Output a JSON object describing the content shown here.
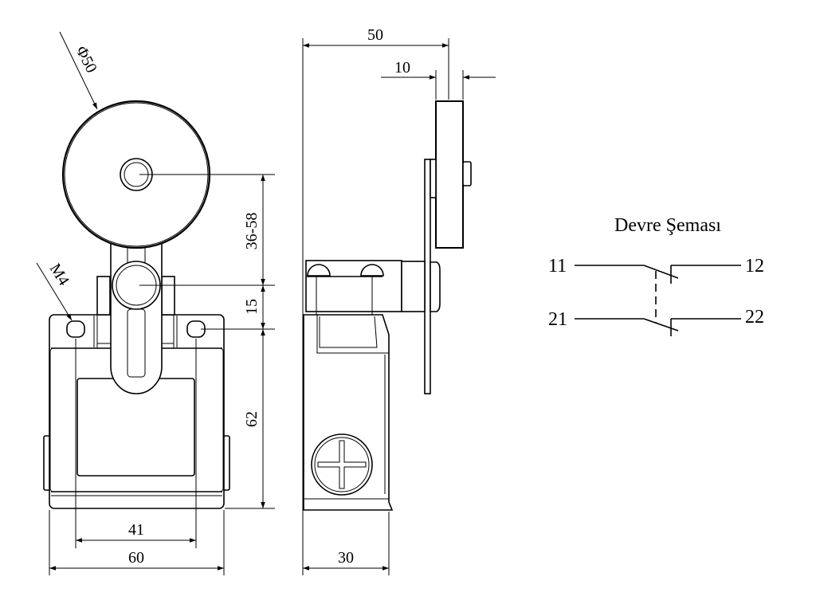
{
  "front_view": {
    "roller_diameter": "Φ50",
    "thread": "M4",
    "dim_adjust": "36-58",
    "dim_pivot": "15",
    "dim_height": "62",
    "dim_hole_spacing": "41",
    "dim_width": "60"
  },
  "side_view": {
    "dim_reach": "50",
    "dim_roller_width": "10",
    "dim_depth": "30"
  },
  "circuit": {
    "title": "Devre Şeması",
    "contacts": [
      {
        "in": "11",
        "out": "12"
      },
      {
        "in": "21",
        "out": "22"
      }
    ]
  },
  "colors": {
    "line": "#000000",
    "background": "#ffffff"
  }
}
